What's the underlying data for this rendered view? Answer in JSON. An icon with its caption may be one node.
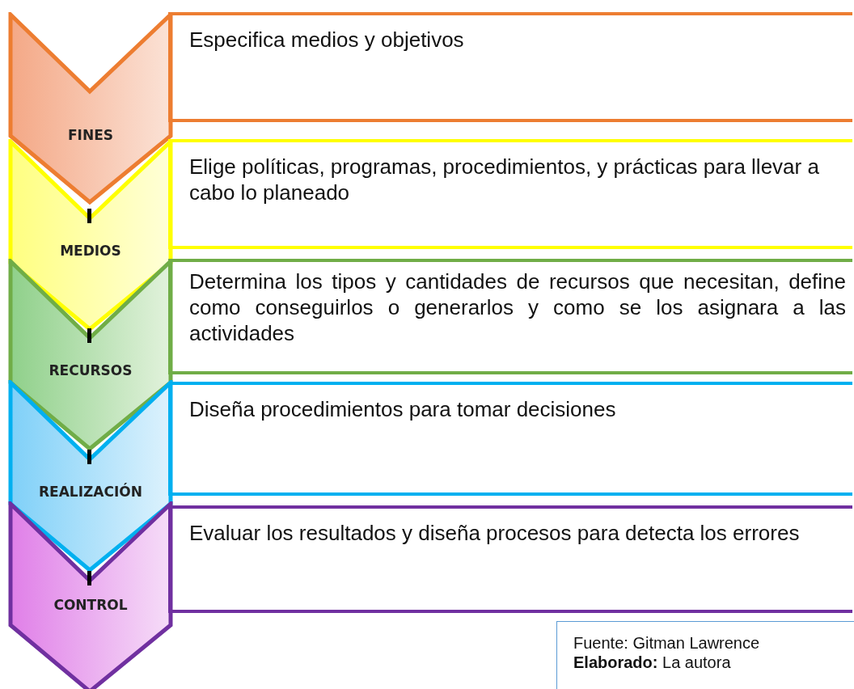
{
  "diagram": {
    "nodes": [
      {
        "text": [
          "FINES"
        ]
      },
      {
        "text": [
          "Especifica medios y objetivos"
        ]
      },
      {
        "text": [
          "MEDIOS"
        ]
      },
      {
        "text": [
          "Elige políticas, programas, procedimientos, y prácticas para llevar a cabo lo planeado"
        ]
      },
      {
        "text": [
          "RECURSOS"
        ]
      },
      {
        "text": [
          "Determina los tipos y cantidades de recursos que necesitan, define como conseguirlos o generarlos y como se los asignara a las actividades"
        ]
      },
      {
        "text": [
          "REALIZACIÓN"
        ]
      },
      {
        "text": [
          "Diseña procedimientos para tomar decisiones"
        ]
      },
      {
        "text": [
          "CONTROL"
        ]
      },
      {
        "text": [
          "Evaluar los resultados y diseña procesos para detecta los errores"
        ]
      },
      {
        "text": [
          "Fuente: Gitman Lawrence",
          "**Elaborado:** La autora"
        ]
      }
    ],
    "edges": [
      {
        "from": 0,
        "to": 2,
        "arrow": "none"
      },
      {
        "from": 2,
        "to": 4,
        "arrow": "none"
      },
      {
        "from": 4,
        "to": 6,
        "arrow": "none"
      },
      {
        "from": 6,
        "to": 8,
        "arrow": "none"
      }
    ]
  }
}
